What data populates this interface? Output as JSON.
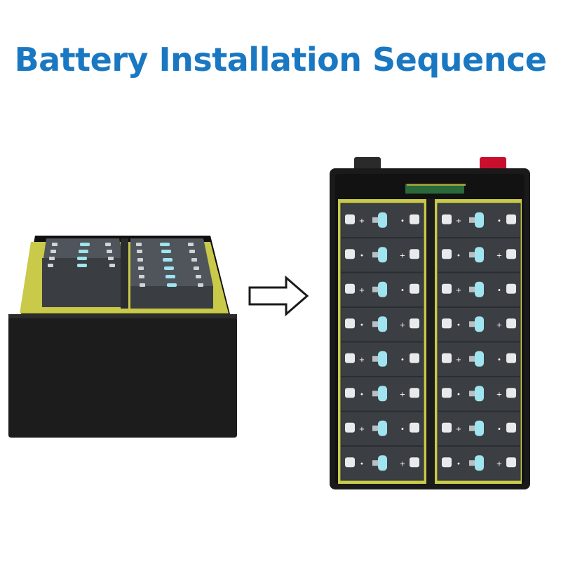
{
  "title": "Battery Installation Sequence",
  "colors": {
    "title_blue": "#1a78c2",
    "case_black": "#1c1c1c",
    "insulation_yellow": "#c9c94a",
    "cell_gray": "#3b3f44",
    "terminal_cyan": "#9fe4ee",
    "positive_red": "#c8102e"
  },
  "diagram": {
    "before_label": "",
    "after_label": "",
    "arrow_icon": "right-arrow-icon",
    "cell_rows_per_column": 8,
    "columns": 2
  }
}
